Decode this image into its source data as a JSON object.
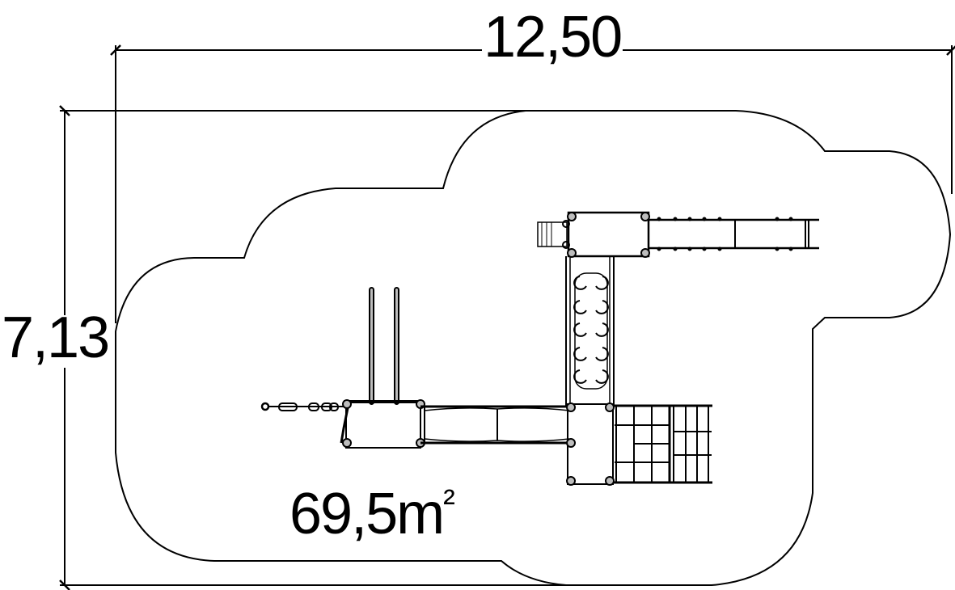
{
  "drawing": {
    "type": "playground plan view",
    "dimensions": {
      "width_label": "12,50",
      "height_label": "7,13"
    },
    "area": {
      "value": "69,5",
      "unit": "m",
      "superscript": "²"
    },
    "colors": {
      "line": "#000000",
      "background": "#ffffff",
      "fill_detail": "#bdbdbd"
    },
    "components": [
      {
        "name": "upper-platform",
        "label": ""
      },
      {
        "name": "slide",
        "label": ""
      },
      {
        "name": "access-ladder",
        "label": ""
      },
      {
        "name": "climbing-ladder-vertical",
        "label": ""
      },
      {
        "name": "bridge",
        "label": ""
      },
      {
        "name": "left-platform",
        "label": ""
      },
      {
        "name": "swing-posts",
        "label": ""
      },
      {
        "name": "chain-bridge",
        "label": ""
      },
      {
        "name": "lower-platform",
        "label": ""
      },
      {
        "name": "climbing-net",
        "label": ""
      }
    ]
  }
}
